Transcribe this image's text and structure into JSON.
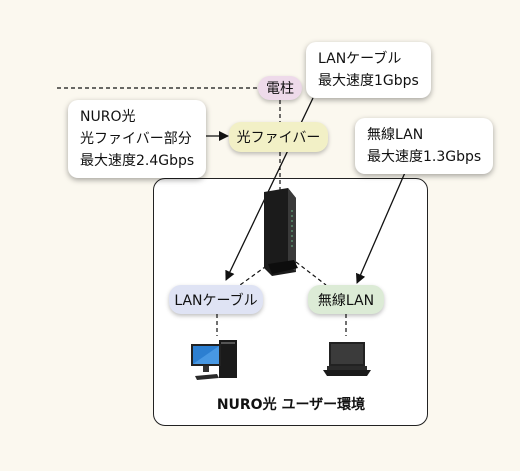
{
  "labels": {
    "pole": "電柱",
    "fiber": "光ファイバー",
    "lan_cable": "LANケーブル",
    "wireless_lan": "無線LAN"
  },
  "callouts": {
    "nuro": [
      "NURO光",
      "光ファイバー部分",
      "最大速度2.4Gbps"
    ],
    "lan": [
      "LANケーブル",
      "最大速度1Gbps"
    ],
    "wireless": [
      "無線LAN",
      "最大速度1.3Gbps"
    ]
  },
  "environment": {
    "title": "NURO光 ユーザー環境"
  },
  "devices": {
    "router": "router-icon",
    "desktop": "desktop-pc-icon",
    "laptop": "laptop-icon"
  },
  "colors": {
    "pole": "#eedaea",
    "fiber": "#f2f0c6",
    "lan_cable": "#dfe3f4",
    "wireless_lan": "#dcebd6",
    "background": "#fbf8ef"
  }
}
